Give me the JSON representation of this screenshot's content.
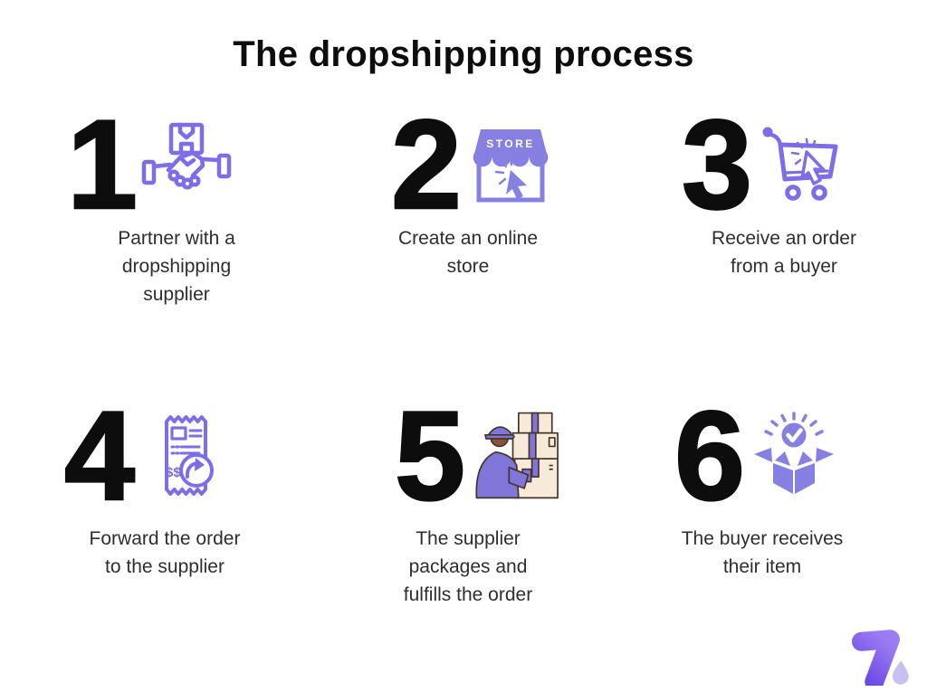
{
  "title": "The dropshipping process",
  "steps": [
    {
      "number": "1",
      "caption": "Partner with a\ndropshipping\nsupplier",
      "icon": "handshake-box-icon"
    },
    {
      "number": "2",
      "caption": "Create an online\nstore",
      "icon": "online-store-icon"
    },
    {
      "number": "3",
      "caption": "Receive an order\nfrom a buyer",
      "icon": "cart-click-icon"
    },
    {
      "number": "4",
      "caption": "Forward the order\nto the supplier",
      "icon": "receipt-forward-icon"
    },
    {
      "number": "5",
      "caption": "The supplier\npackages and\nfulfills the order",
      "icon": "supplier-packing-icon"
    },
    {
      "number": "6",
      "caption": "The buyer receives\ntheir item",
      "icon": "open-box-check-icon"
    }
  ],
  "icon_text": {
    "store_sign": "STORE",
    "receipt_dollars": "$$"
  },
  "colors": {
    "background": "#ffffff",
    "number": "#0d0d0d",
    "caption": "#2e2e2e",
    "icon_outline": "#7b6ee8",
    "icon_solid": "#8680e2",
    "uniform": "#8075d9",
    "skin": "#8a5434",
    "box_cream": "#f8ead8",
    "box_line": "#46342a",
    "logo_gradient_start": "#9d7bf2",
    "logo_gradient_end": "#6a4ae4",
    "logo_drop": "#c9c0f2"
  }
}
